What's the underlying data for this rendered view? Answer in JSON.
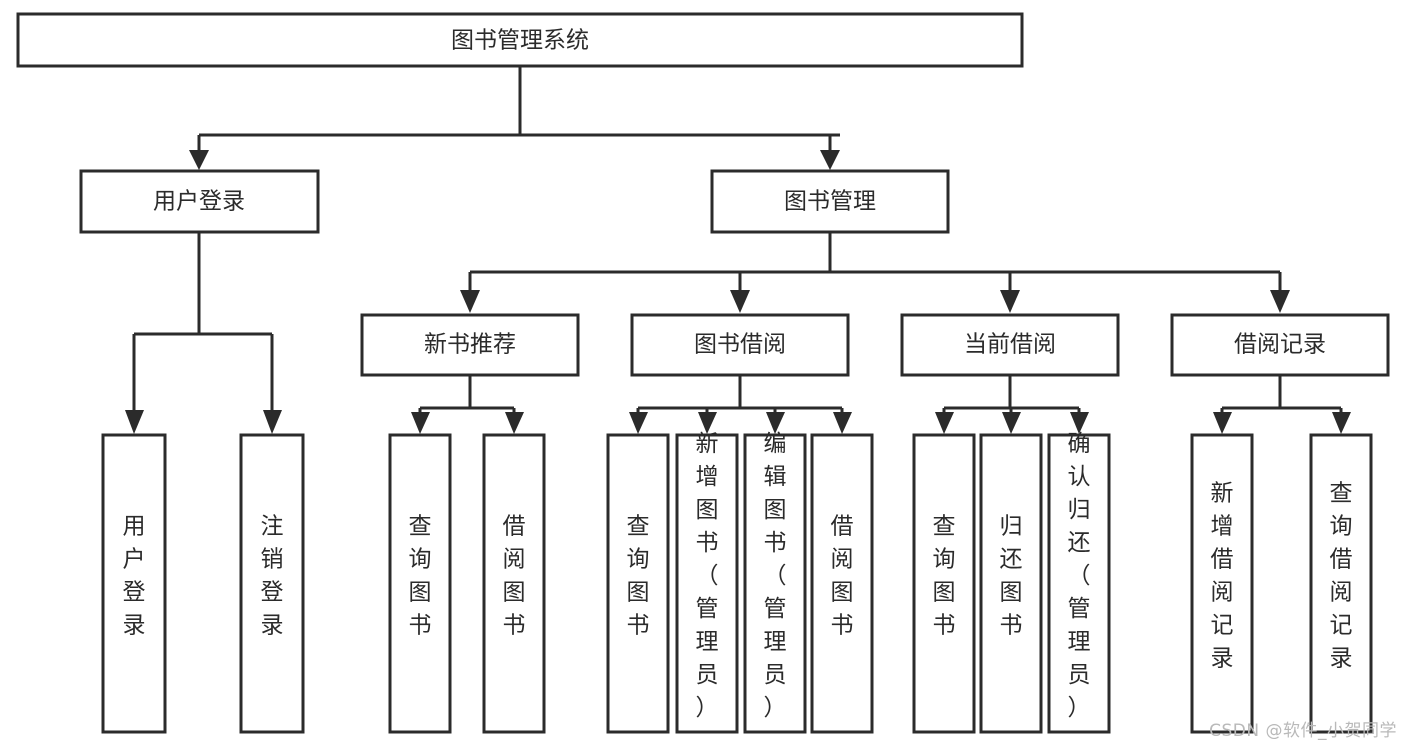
{
  "diagram": {
    "type": "tree",
    "title": "图书管理系统",
    "orientation": "top-down",
    "colors": {
      "node_fill": "#ffffff",
      "node_stroke": "#2b2b2b",
      "connector": "#2b2b2b",
      "text": "#2b2b2b",
      "watermark": "#b9b9b9",
      "background": "#ffffff"
    },
    "levels": [
      {
        "level": 1,
        "nodes": [
          {
            "id": "root",
            "label": "图书管理系统",
            "orientation": "horizontal"
          }
        ]
      },
      {
        "level": 2,
        "nodes": [
          {
            "id": "login",
            "label": "用户登录",
            "orientation": "horizontal",
            "parent": "root"
          },
          {
            "id": "bookmgmt",
            "label": "图书管理",
            "orientation": "horizontal",
            "parent": "root"
          }
        ]
      },
      {
        "level": 3,
        "nodes": [
          {
            "id": "newbook",
            "label": "新书推荐",
            "orientation": "horizontal",
            "parent": "bookmgmt"
          },
          {
            "id": "borrow",
            "label": "图书借阅",
            "orientation": "horizontal",
            "parent": "bookmgmt"
          },
          {
            "id": "current",
            "label": "当前借阅",
            "orientation": "horizontal",
            "parent": "bookmgmt"
          },
          {
            "id": "records",
            "label": "借阅记录",
            "orientation": "horizontal",
            "parent": "bookmgmt"
          }
        ]
      },
      {
        "level": 4,
        "nodes": [
          {
            "id": "leaf-1",
            "label": "用户登录",
            "orientation": "vertical",
            "parent": "login"
          },
          {
            "id": "leaf-2",
            "label": "注销登录",
            "orientation": "vertical",
            "parent": "login"
          },
          {
            "id": "leaf-3",
            "label": "查询图书",
            "orientation": "vertical",
            "parent": "newbook"
          },
          {
            "id": "leaf-4",
            "label": "借阅图书",
            "orientation": "vertical",
            "parent": "newbook"
          },
          {
            "id": "leaf-5",
            "label": "查询图书",
            "orientation": "vertical",
            "parent": "borrow"
          },
          {
            "id": "leaf-6",
            "label": "新增图书（管理员）",
            "orientation": "vertical",
            "parent": "borrow"
          },
          {
            "id": "leaf-7",
            "label": "编辑图书（管理员）",
            "orientation": "vertical",
            "parent": "borrow"
          },
          {
            "id": "leaf-8",
            "label": "借阅图书",
            "orientation": "vertical",
            "parent": "borrow"
          },
          {
            "id": "leaf-9",
            "label": "查询图书",
            "orientation": "vertical",
            "parent": "current"
          },
          {
            "id": "leaf-10",
            "label": "归还图书",
            "orientation": "vertical",
            "parent": "current"
          },
          {
            "id": "leaf-11",
            "label": "确认归还（管理员）",
            "orientation": "vertical",
            "parent": "current"
          },
          {
            "id": "leaf-12",
            "label": "新增借阅记录",
            "orientation": "vertical",
            "parent": "records"
          },
          {
            "id": "leaf-13",
            "label": "查询借阅记录",
            "orientation": "vertical",
            "parent": "records"
          }
        ]
      }
    ]
  },
  "watermark": {
    "text": "CSDN @软件_小贺同学"
  }
}
